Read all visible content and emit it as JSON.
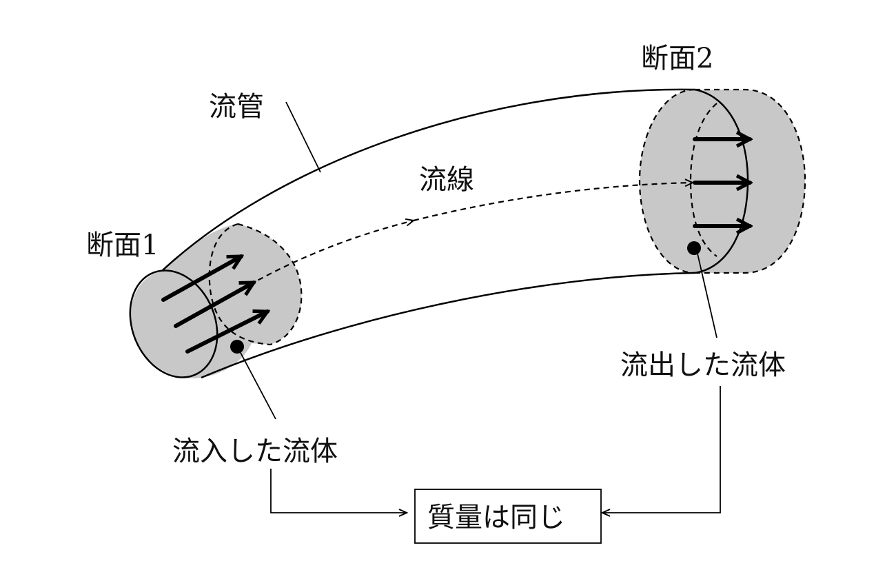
{
  "labels": {
    "section1_prefix": "断面",
    "section1_num": "1",
    "section2_prefix": "断面",
    "section2_num": "2",
    "stream_tube": "流管",
    "streamline": "流線",
    "inflow_fluid": "流入した流体",
    "outflow_fluid": "流出した流体",
    "same_mass": "質量は同じ"
  },
  "colors": {
    "shading": "#c8c8c8",
    "line": "#000000",
    "background": "#ffffff"
  }
}
